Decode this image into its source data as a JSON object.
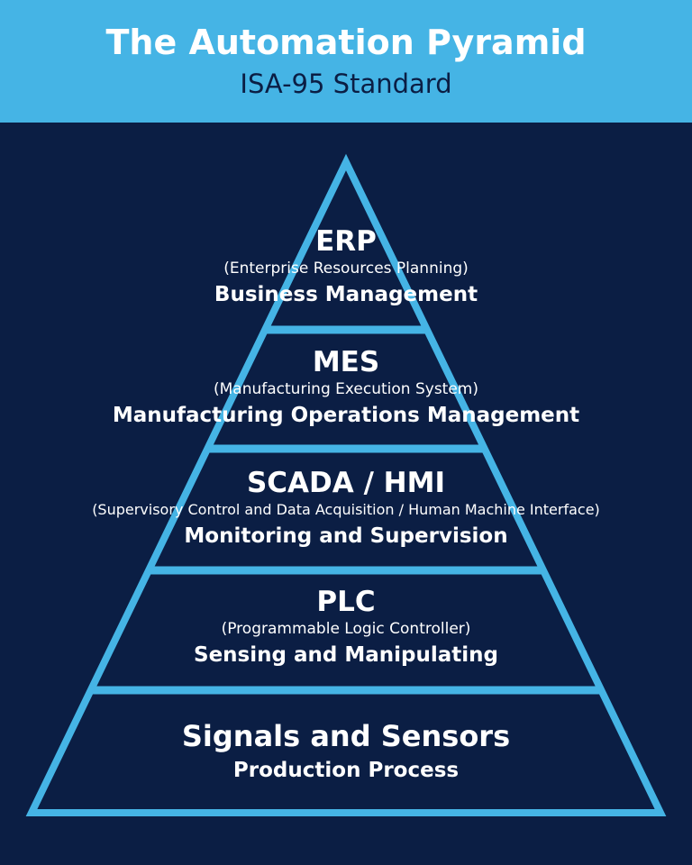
{
  "header": {
    "title": "The Automation Pyramid",
    "subtitle": "ISA-95 Standard"
  },
  "colors": {
    "header_bg": "#45b4e5",
    "page_bg": "#0b1e44",
    "outline": "#45b4e5",
    "text": "#ffffff"
  },
  "levels": [
    {
      "name": "ERP",
      "full_name": "(Enterprise Resources Planning)",
      "role": "Business Management"
    },
    {
      "name": "MES",
      "full_name": "(Manufacturing Execution System)",
      "role": "Manufacturing Operations Management"
    },
    {
      "name": "SCADA / HMI",
      "full_name": "(Supervisory Control and Data Acquisition / Human Machine Interface)",
      "role": "Monitoring and Supervision"
    },
    {
      "name": "PLC",
      "full_name": "(Programmable Logic Controller)",
      "role": "Sensing and Manipulating"
    },
    {
      "name": "Signals and Sensors",
      "role": "Production Process"
    }
  ]
}
